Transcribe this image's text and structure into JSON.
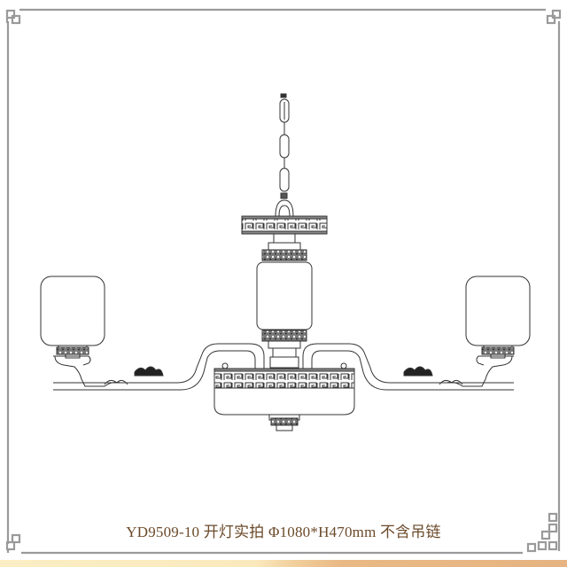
{
  "product": {
    "model": "YD9509-10",
    "caption": "YD9509-10 开灯实拍 Φ1080*H470mm  不含吊链",
    "description_cn": "开灯实拍",
    "dimensions": "Φ1080*H470mm",
    "note_cn": "不含吊链"
  },
  "illustration": {
    "subject": "chandelier-line-drawing",
    "components": [
      "chain",
      "canopy-band",
      "center-column",
      "left-arm",
      "right-arm",
      "left-shade",
      "right-shade",
      "base-bowl"
    ],
    "line_color": "#333333"
  },
  "frame": {
    "border_color": "#9a9a9a",
    "corner_style": "chinese-knot"
  },
  "colors": {
    "caption_text": "#6b4a2a",
    "strip_light": "#fbeec4",
    "strip_dark": "#e6b482"
  }
}
